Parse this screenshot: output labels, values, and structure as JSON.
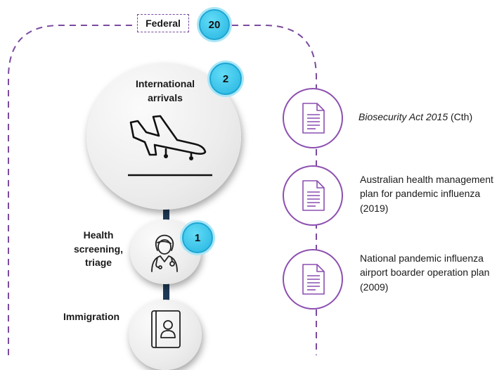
{
  "header": {
    "label": "Federal",
    "count": "20"
  },
  "flow": {
    "international": {
      "label": "International arrivals",
      "count": "2"
    },
    "health": {
      "label": "Health screening, triage",
      "count": "1"
    },
    "immigration": {
      "label": "Immigration"
    }
  },
  "documents": [
    {
      "title_italic": "Biosecurity Act 2015",
      "title_rest": " (Cth)"
    },
    {
      "text": "Australian health management plan for pandemic influenza (2019)"
    },
    {
      "text": "National pandemic influenza airport boarder operation plan (2009)"
    }
  ],
  "icons": {
    "airplane": "airplane-landing-icon",
    "doctor": "doctor-icon",
    "passport": "passport-icon",
    "document": "document-icon"
  },
  "colors": {
    "frame_dash": "#7b4a9e",
    "badge": "#3ec4ea",
    "connector": "#1f3a57",
    "doc_border": "#8c4fb0"
  }
}
